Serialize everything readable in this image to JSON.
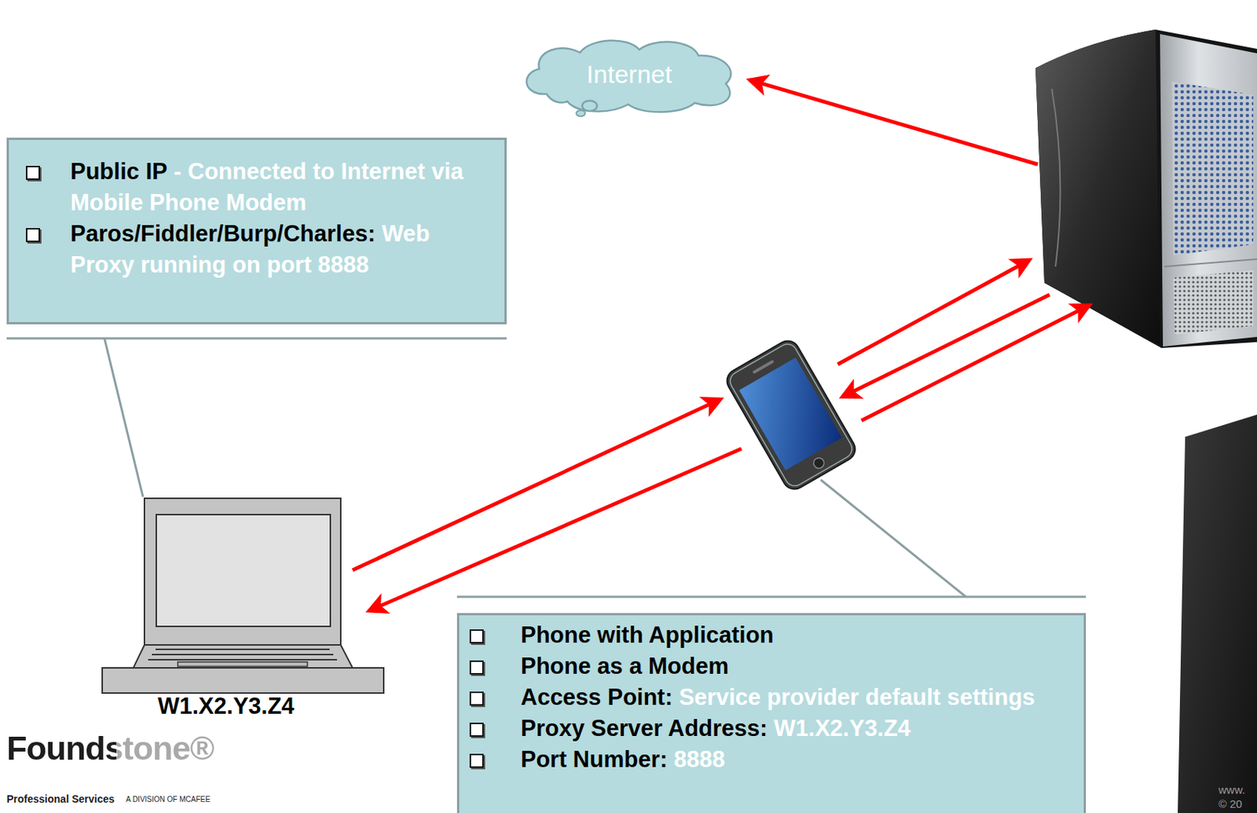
{
  "diagram": {
    "nodes": [
      {
        "text": [
          "Internet"
        ]
      },
      {
        "text": [
          "Public IP",
          "- Connected to Internet via Mobile Phone Modem",
          "Paros/Fiddler/Burp/Charles:",
          "Web Proxy running on port 8888"
        ]
      },
      {
        "text": [
          "Phone with Application",
          "Phone as a Modem",
          "Access Point:",
          "Service provider default settings",
          "Proxy Server Address:",
          "W1.X2.Y3.Z4",
          "Port Number:",
          "8888"
        ]
      }
    ],
    "labels": [
      "W1.X2.Y3.Z4",
      "Foundstone®",
      "Professional Services",
      "A DIVISION OF MCAFEE",
      "www.",
      "© 20"
    ]
  }
}
